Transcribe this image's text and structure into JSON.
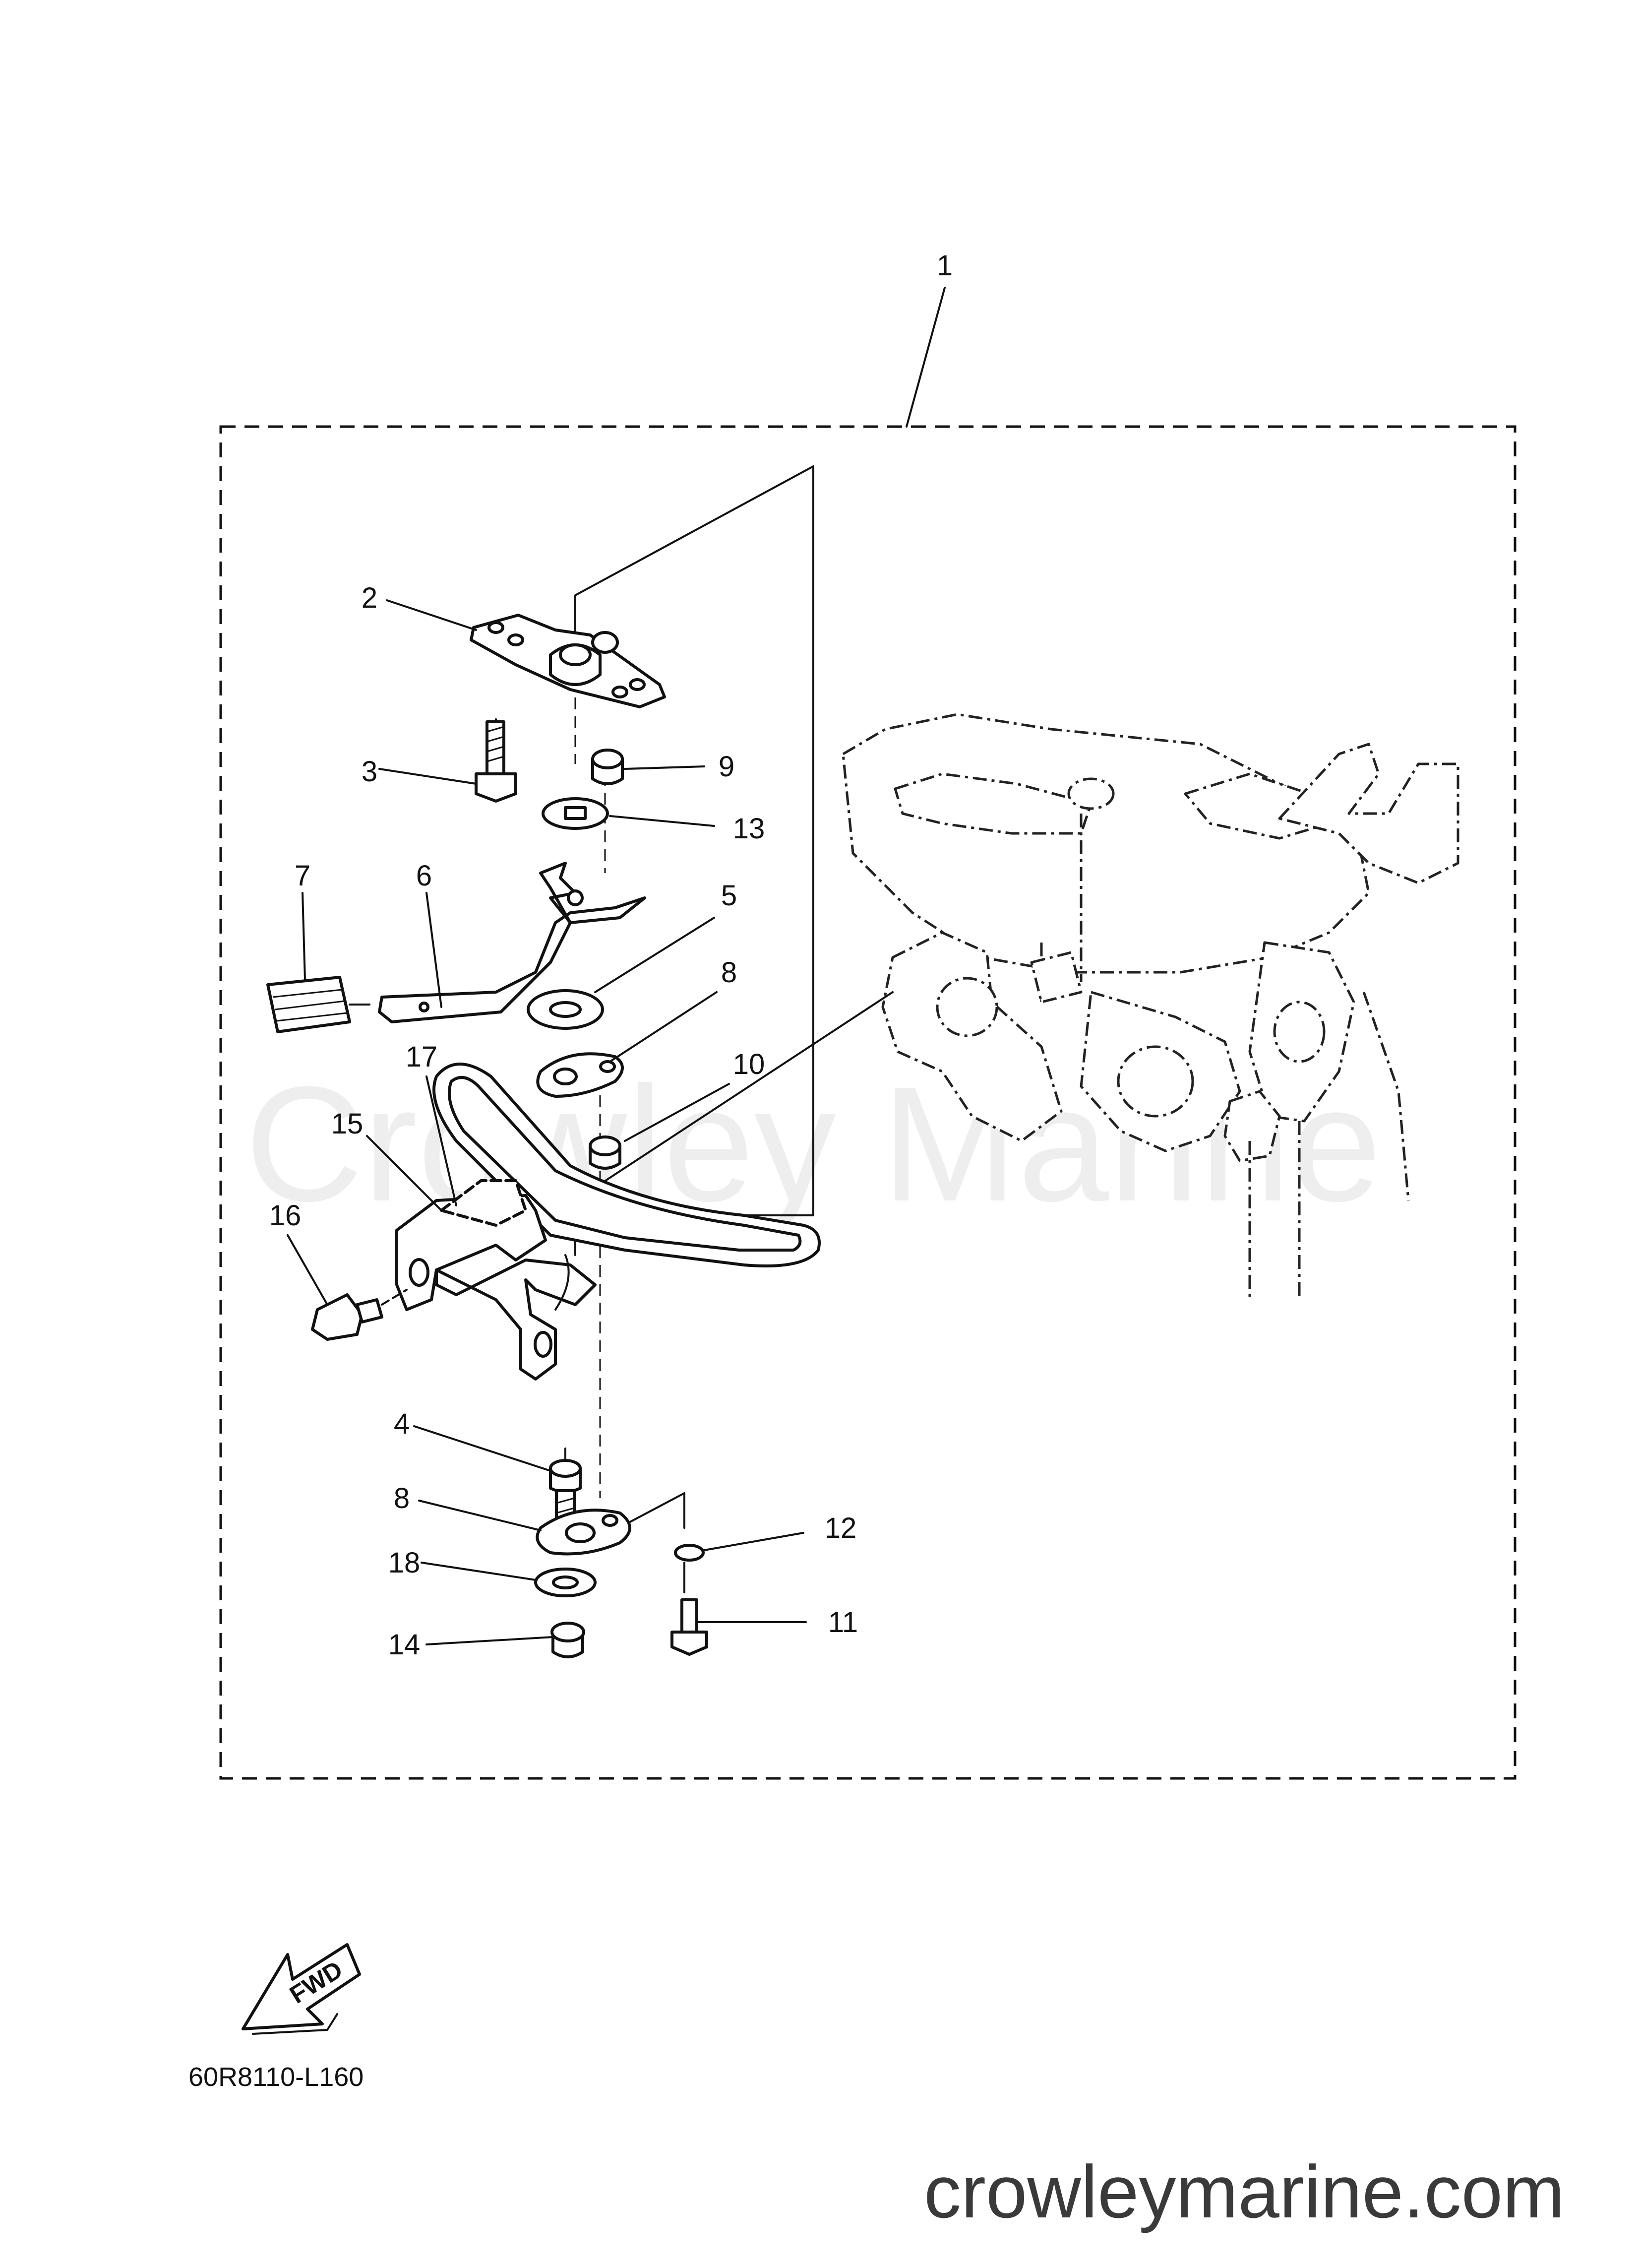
{
  "diagram": {
    "drawing_code": "60R8110-L160",
    "fwd_label": "FWD",
    "callouts": [
      "1",
      "2",
      "3",
      "4",
      "5",
      "6",
      "7",
      "8",
      "8",
      "9",
      "10",
      "11",
      "12",
      "13",
      "14",
      "15",
      "16",
      "17",
      "18"
    ]
  },
  "watermark": {
    "text": "Crowley Marine"
  },
  "footer": {
    "site": "crowleymarine.com"
  }
}
